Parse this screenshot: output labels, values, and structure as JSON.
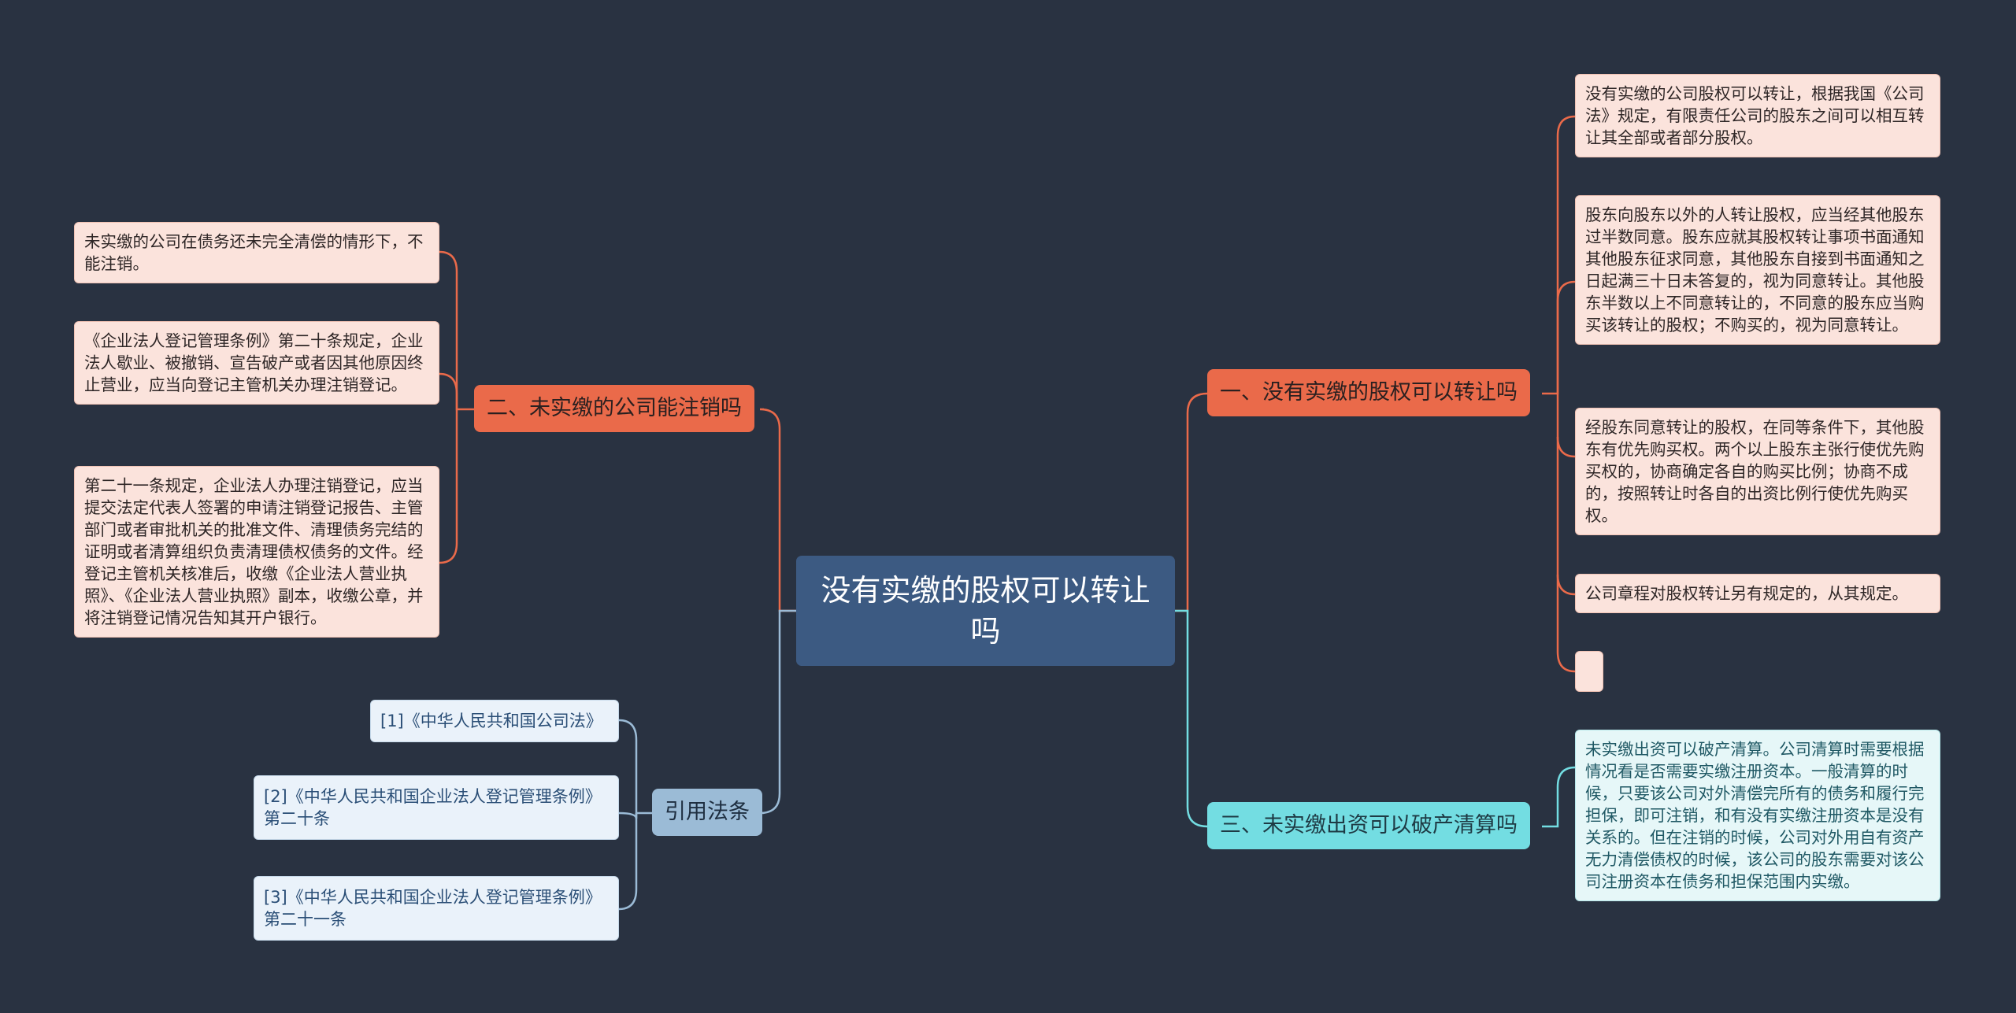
{
  "center": {
    "title": "没有实缴的股权可以转让吗"
  },
  "branch1": {
    "label": "一、没有实缴的股权可以转让吗",
    "items": [
      "没有实缴的公司股权可以转让，根据我国《公司法》规定，有限责任公司的股东之间可以相互转让其全部或者部分股权。",
      "股东向股东以外的人转让股权，应当经其他股东过半数同意。股东应就其股权转让事项书面通知其他股东征求同意，其他股东自接到书面通知之日起满三十日未答复的，视为同意转让。其他股东半数以上不同意转让的，不同意的股东应当购买该转让的股权；不购买的，视为同意转让。",
      "经股东同意转让的股权，在同等条件下，其他股东有优先购买权。两个以上股东主张行使优先购买权的，协商确定各自的购买比例；协商不成的，按照转让时各自的出资比例行使优先购买权。",
      "公司章程对股权转让另有规定的，从其规定。",
      ""
    ]
  },
  "branch2": {
    "label": "二、未实缴的公司能注销吗",
    "items": [
      "未实缴的公司在债务还未完全清偿的情形下，不能注销。",
      "《企业法人登记管理条例》第二十条规定，企业法人歇业、被撤销、宣告破产或者因其他原因终止营业，应当向登记主管机关办理注销登记。",
      "第二十一条规定，企业法人办理注销登记，应当提交法定代表人签署的申请注销登记报告、主管部门或者审批机关的批准文件、清理债务完结的证明或者清算组织负责清理债权债务的文件。经登记主管机关核准后，收缴《企业法人营业执照》、《企业法人营业执照》副本，收缴公章，并将注销登记情况告知其开户银行。"
    ]
  },
  "branch3": {
    "label": "三、未实缴出资可以破产清算吗",
    "items": [
      "未实缴出资可以破产清算。公司清算时需要根据情况看是否需要实缴注册资本。一般清算的时候，只要该公司对外清偿完所有的债务和履行完担保，即可注销，和有没有实缴注册资本是没有关系的。但在注销的时候，公司对外用自有资产无力清偿债权的时候，该公司的股东需要对该公司注册资本在债务和担保范围内实缴。"
    ]
  },
  "branch4": {
    "label": "引用法条",
    "items": [
      "[1]《中华人民共和国公司法》",
      "[2]《中华人民共和国企业法人登记管理条例》 第二十条",
      "[3]《中华人民共和国企业法人登记管理条例》 第二十一条"
    ]
  },
  "colors": {
    "background": "#293241",
    "center": "#3c5a82",
    "red_branch": "#ea6a4a",
    "red_leaf": "#fbe3dc",
    "cyan_branch": "#73dde2",
    "cyan_leaf": "#e6f7f8",
    "blue_branch": "#9bbbd6",
    "blue_leaf": "#eaf2fa"
  }
}
